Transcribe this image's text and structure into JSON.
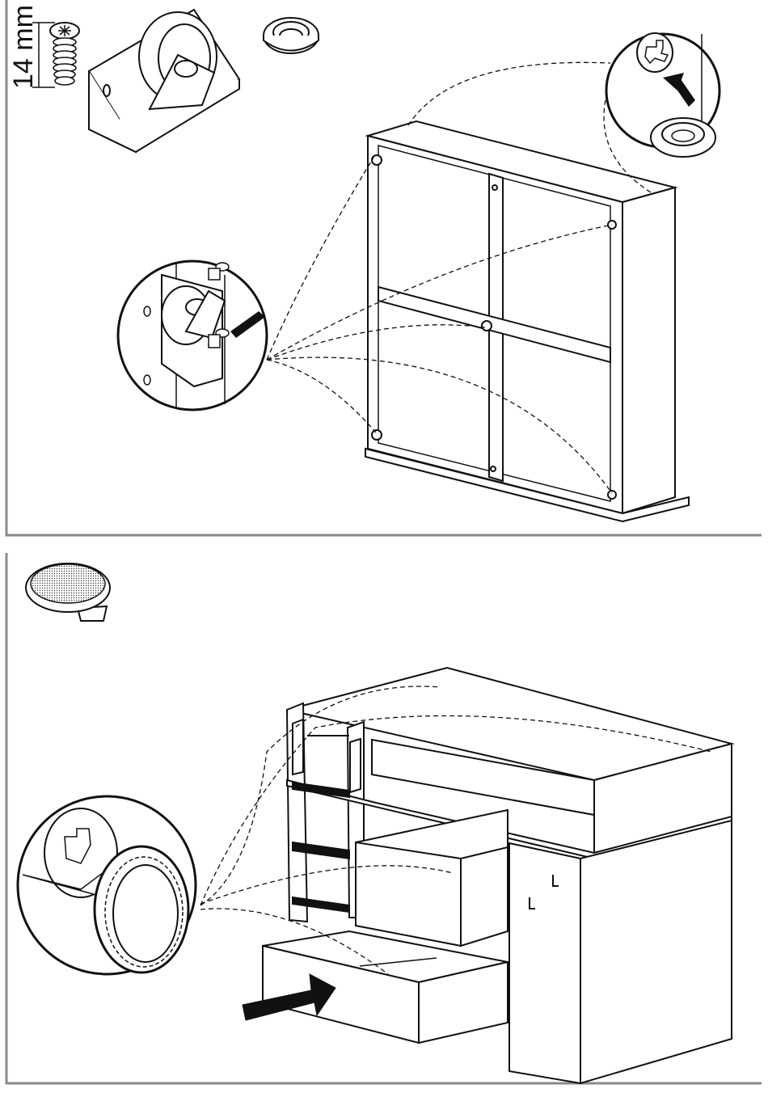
{
  "panels": [
    {
      "id": "step-casters",
      "screw_length_label": "14 mm",
      "parts": [
        "caster-wheel-icon",
        "screw-icon",
        "cover-cap-ring-icon"
      ]
    },
    {
      "id": "step-drawer",
      "parts": [
        "round-plug-cap-icon",
        "drawer-push-arrow-icon"
      ]
    }
  ],
  "colors": {
    "line": "#111111",
    "frame": "#8a8a8a",
    "paper": "#ffffff"
  }
}
